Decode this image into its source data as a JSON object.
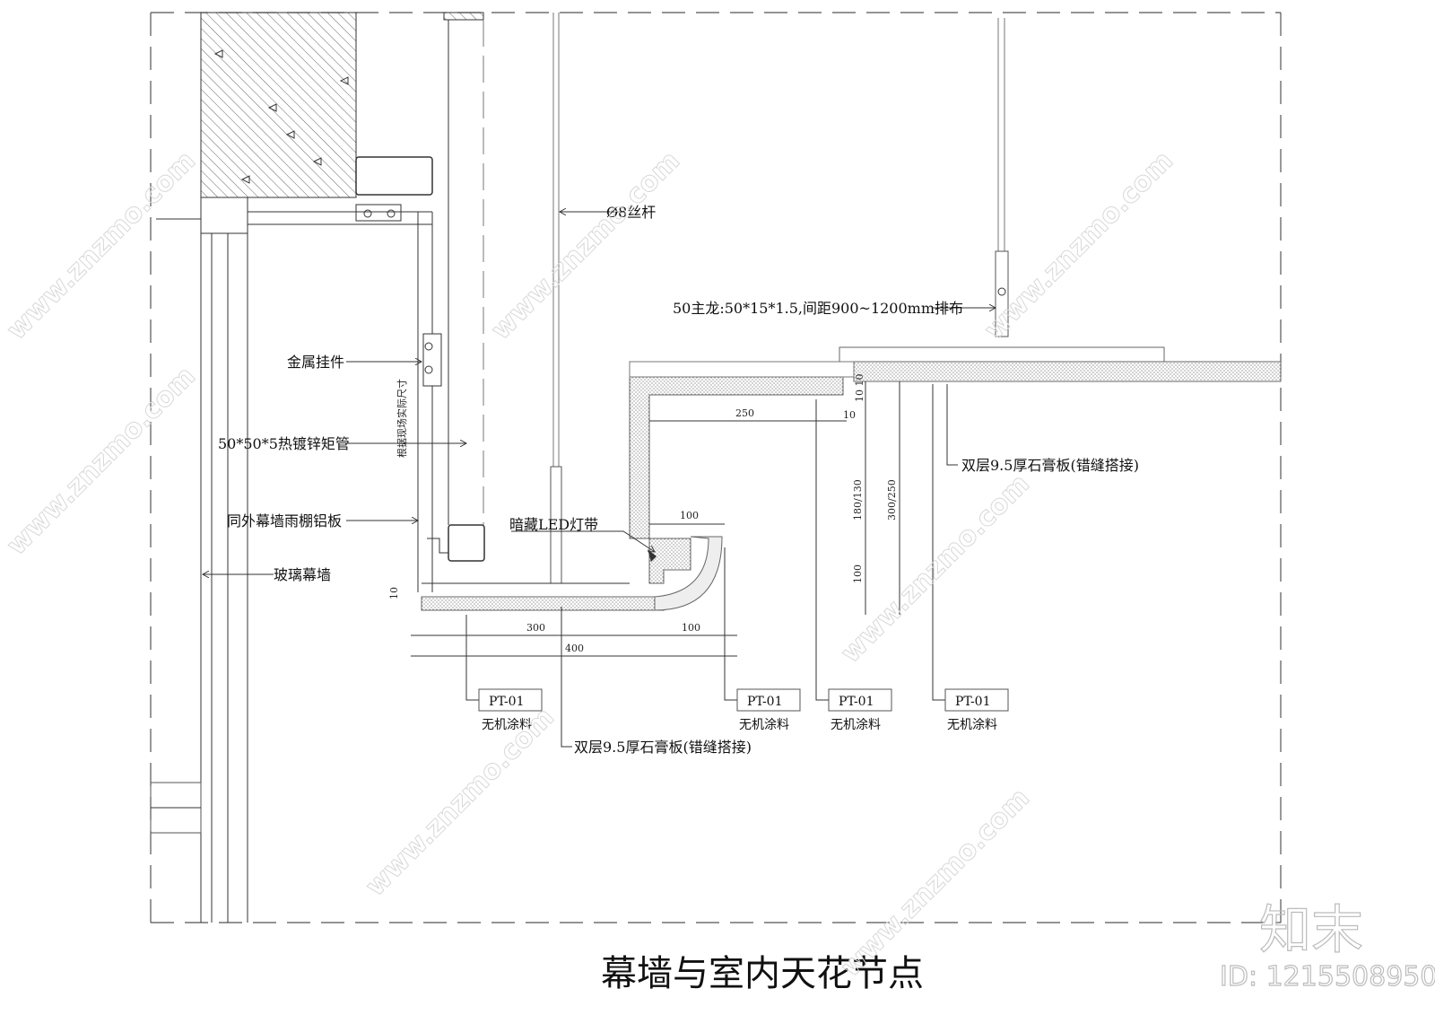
{
  "title": "幕墙与室内天花节点",
  "labels": {
    "metal_hanger": "金属挂件",
    "steel_tube": "50*50*5热镀锌矩管",
    "aluminum_panel": "同外幕墙雨棚铝板",
    "glass_curtain_wall": "玻璃幕墙",
    "site_dimension_note": "根据现场实际尺寸",
    "threaded_rod": "Ø8丝杆",
    "main_keel": "50主龙:50*15*1.5,间距900~1200mm排布",
    "led_strip": "暗藏LED灯带",
    "gypsum_board_right": "双层9.5厚石膏板(错缝搭接)",
    "gypsum_board_bottom": "双层9.5厚石膏板(错缝搭接)"
  },
  "dimensions": {
    "d_300": "300",
    "d_100_bottom": "100",
    "d_400": "400",
    "d_100_top": "100",
    "d_250": "250",
    "d_10_a": "10",
    "d_10_b": "10",
    "d_10_10": "10 10",
    "d_180_130": "180/130",
    "d_300_250": "300/250",
    "d_100_vertical": "100"
  },
  "tags": [
    {
      "code": "PT-01",
      "material": "无机涂料"
    },
    {
      "code": "PT-01",
      "material": "无机涂料"
    },
    {
      "code": "PT-01",
      "material": "无机涂料"
    },
    {
      "code": "PT-01",
      "material": "无机涂料"
    }
  ],
  "watermark": {
    "site": "www.znzmo.com",
    "brand": "知末",
    "id": "ID: 1215508950"
  }
}
